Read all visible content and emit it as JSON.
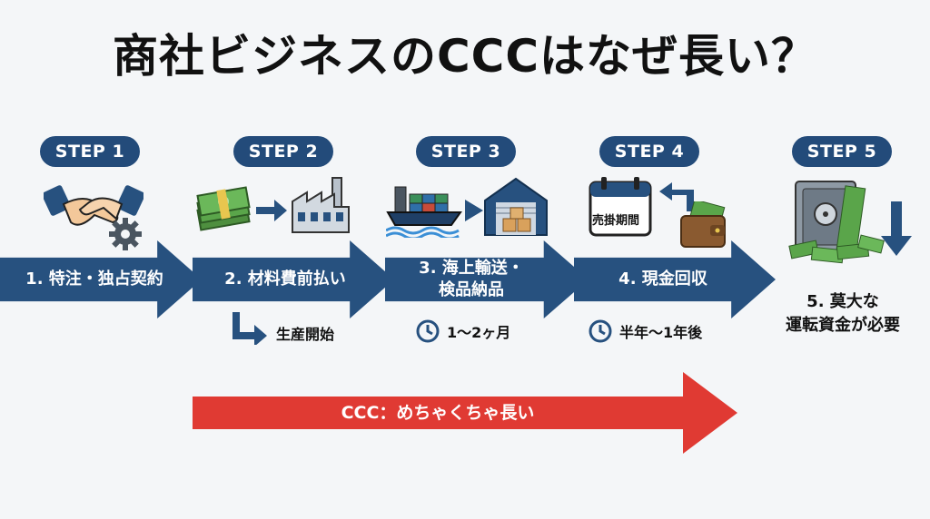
{
  "title": "商社ビジネスのCCCはなぜ長い？",
  "steps": [
    {
      "badge": "STEP 1",
      "label": "1. 特注・独占契約"
    },
    {
      "badge": "STEP 2",
      "label": "2. 材料費前払い",
      "sub": "生産開始"
    },
    {
      "badge": "STEP 3",
      "label_line1": "3. 海上輸送・",
      "label_line2": "検品納品",
      "sub": "1〜2ヶ月"
    },
    {
      "badge": "STEP 4",
      "label": "4. 現金回収",
      "sub": "半年〜1年後",
      "calendar_text": "売掛期間"
    },
    {
      "badge": "STEP 5",
      "label_line1": "5. 莫大な",
      "label_line2": "運転資金が必要"
    }
  ],
  "ccc_label": "CCC：めちゃくちゃ長い",
  "colors": {
    "navy": "#27517f",
    "badge": "#234b7a",
    "red": "#e03a33",
    "money": "#5aa54a"
  },
  "icons": [
    "handshake-icon",
    "gear-icon",
    "money-icon",
    "factory-icon",
    "ship-icon",
    "warehouse-icon",
    "calendar-icon",
    "wallet-icon",
    "safe-icon",
    "clock-icon"
  ]
}
